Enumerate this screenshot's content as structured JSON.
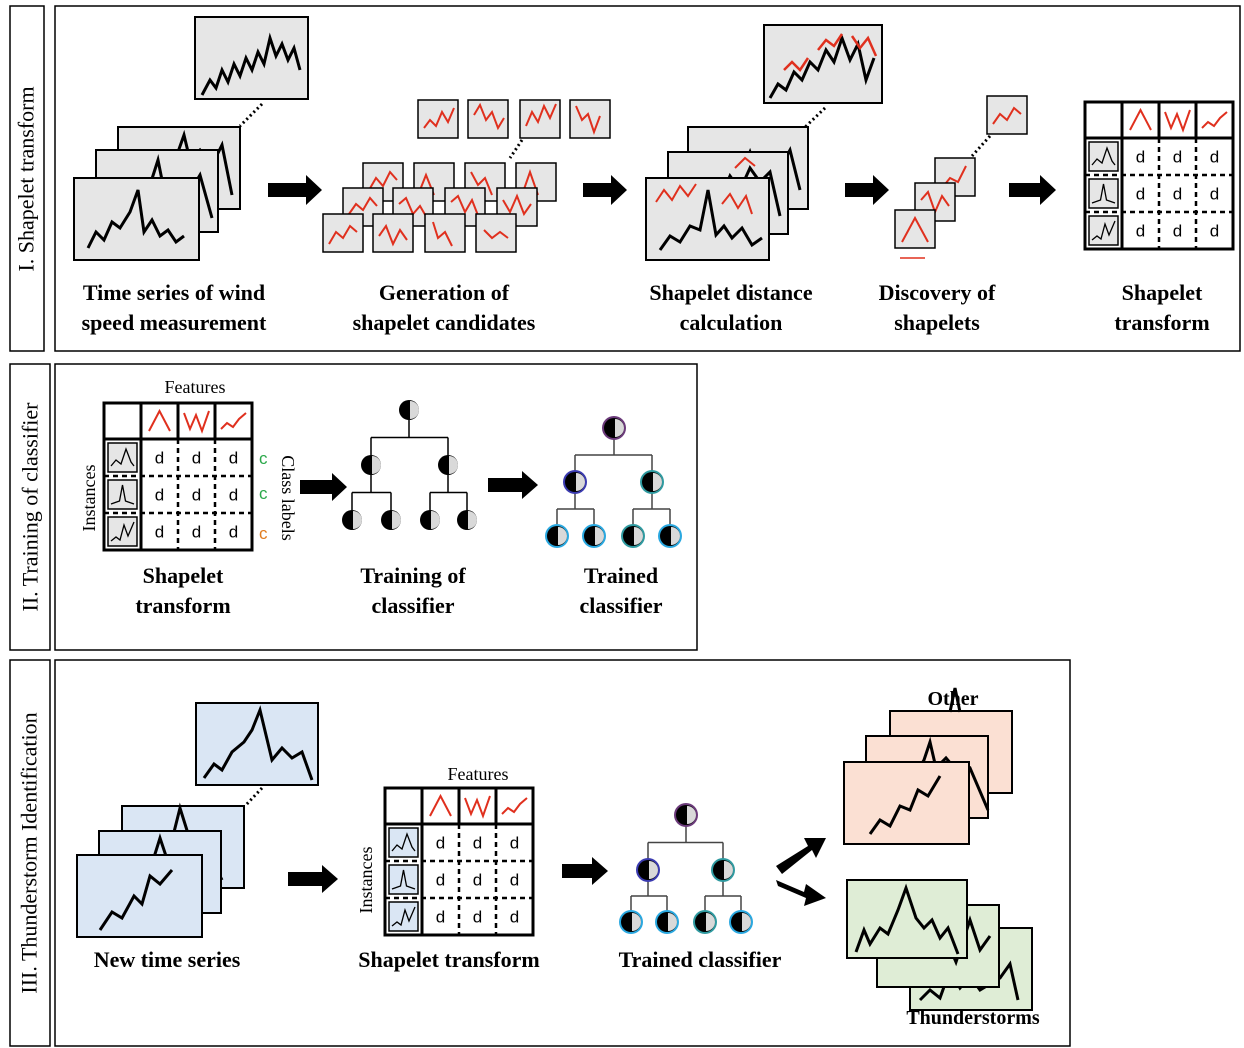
{
  "panels": {
    "p1": {
      "side_label": "I. Shapelet transform",
      "steps": [
        {
          "line1": "Time series of wind",
          "line2": "speed measurement"
        },
        {
          "line1": "Generation of",
          "line2": "shapelet candidates"
        },
        {
          "line1": "Shapelet distance",
          "line2": "calculation"
        },
        {
          "line1": "Discovery of",
          "line2": "shapelets"
        },
        {
          "line1": "Shapelet",
          "line2": "transform"
        }
      ]
    },
    "p2": {
      "side_label": "II. Training of classifier",
      "features_label": "Features",
      "instances_label": "Instances",
      "class_labels_label": "Class labels",
      "class_letters": [
        "c",
        "c",
        "c"
      ],
      "steps": [
        {
          "line1": "Shapelet",
          "line2": "transform"
        },
        {
          "line1": "Training of",
          "line2": "classifier"
        },
        {
          "line1": "Trained",
          "line2": "classifier"
        }
      ]
    },
    "p3": {
      "side_label": "III. Thunderstorm Identification",
      "features_label": "Features",
      "instances_label": "Instances",
      "steps": [
        "New time series",
        "Shapelet transform",
        "Trained classifier"
      ],
      "output_other": "Other",
      "output_thunderstorms": "Thunderstorms"
    }
  },
  "cell_value": "d",
  "colors": {
    "card_gray": "#e6e6e6",
    "shapelet_red": "#e0301e",
    "card_blue": "#dae6f4",
    "card_orange": "#fbe0d3",
    "card_green": "#dfedd6",
    "class_green": "#2aa84a",
    "class_orange": "#e07b1f",
    "node_blue": "#2aa8e0",
    "node_dark_blue": "#3b3bb0",
    "node_teal": "#2f9aa0",
    "node_purple": "#6b3a7a"
  }
}
